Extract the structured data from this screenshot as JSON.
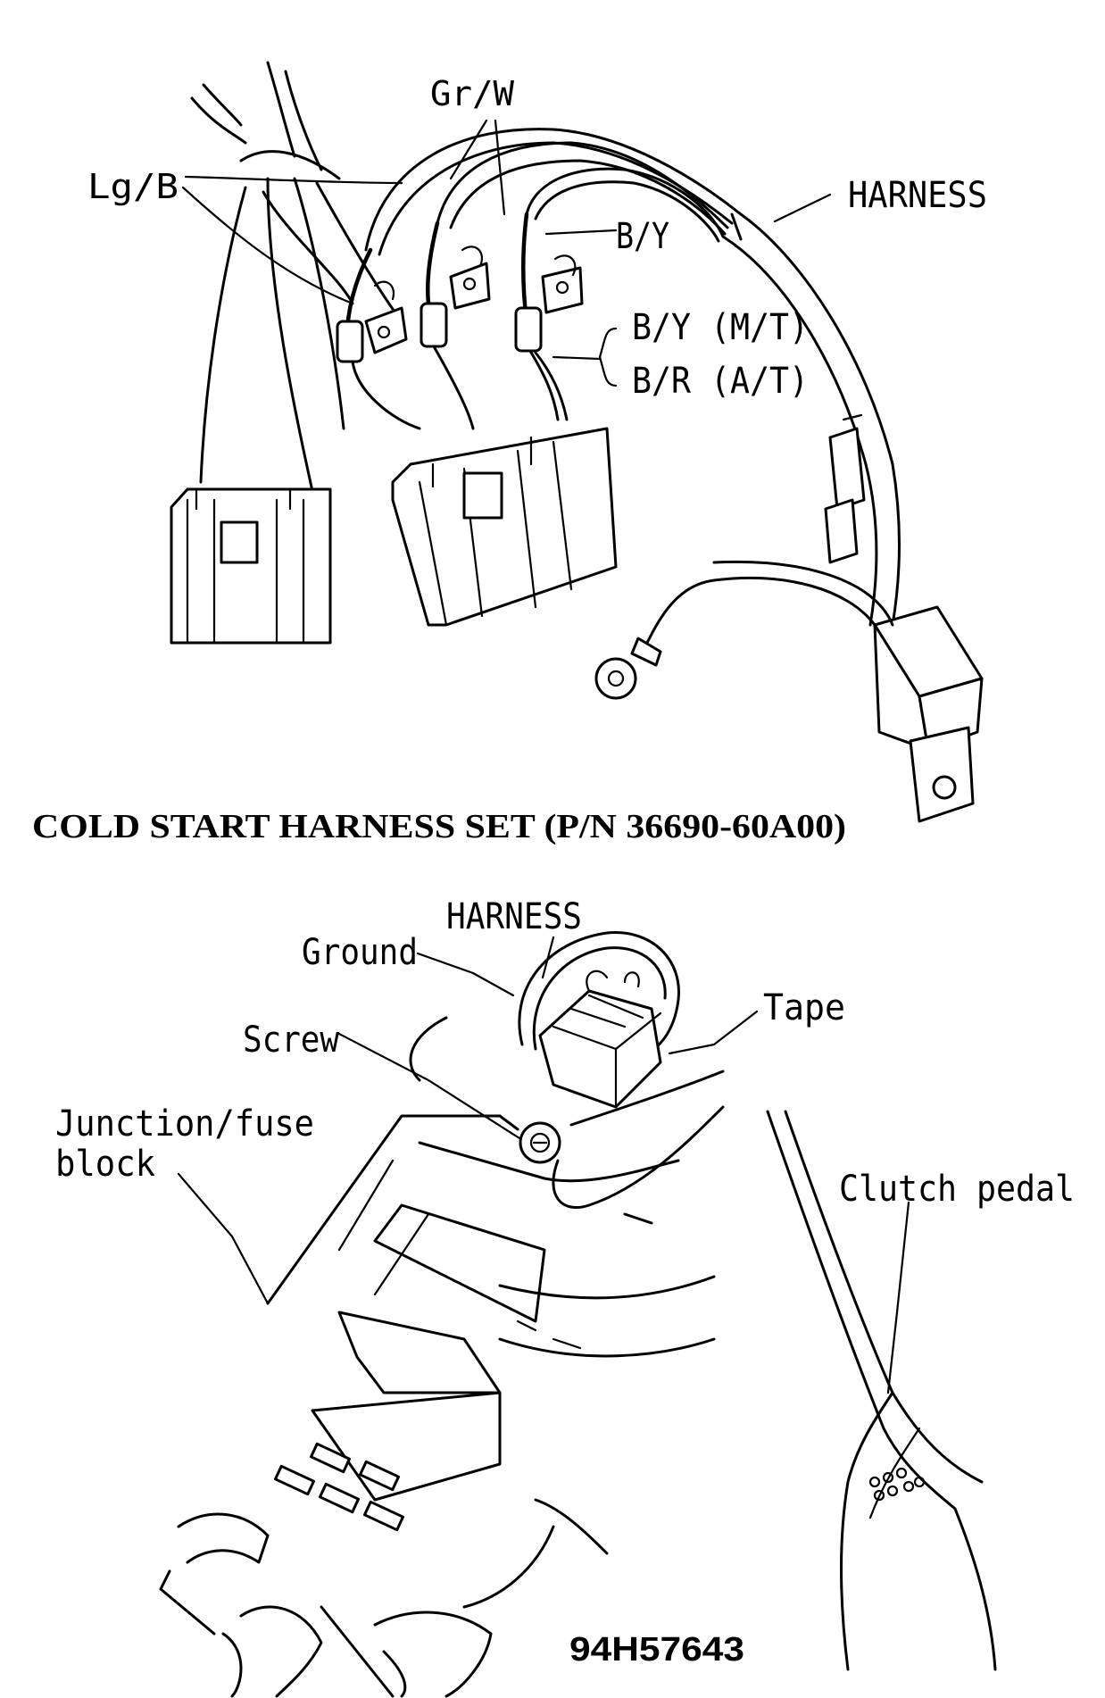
{
  "upper_figure": {
    "labels": {
      "gr_w": "Gr/W",
      "lg_b": "Lg/B",
      "harness": "HARNESS",
      "b_y": "B/Y",
      "b_y_mt": "B/Y (M/T)",
      "b_r_at": "B/R (A/T)"
    },
    "caption": "COLD START HARNESS SET (P/N 36690-60A00)"
  },
  "lower_figure": {
    "labels": {
      "harness": "HARNESS",
      "ground": "Ground",
      "tape": "Tape",
      "screw": "Screw",
      "junction_line1": "Junction/fuse",
      "junction_line2": "block",
      "clutch_pedal": "Clutch pedal"
    },
    "figure_id": "94H57643"
  }
}
